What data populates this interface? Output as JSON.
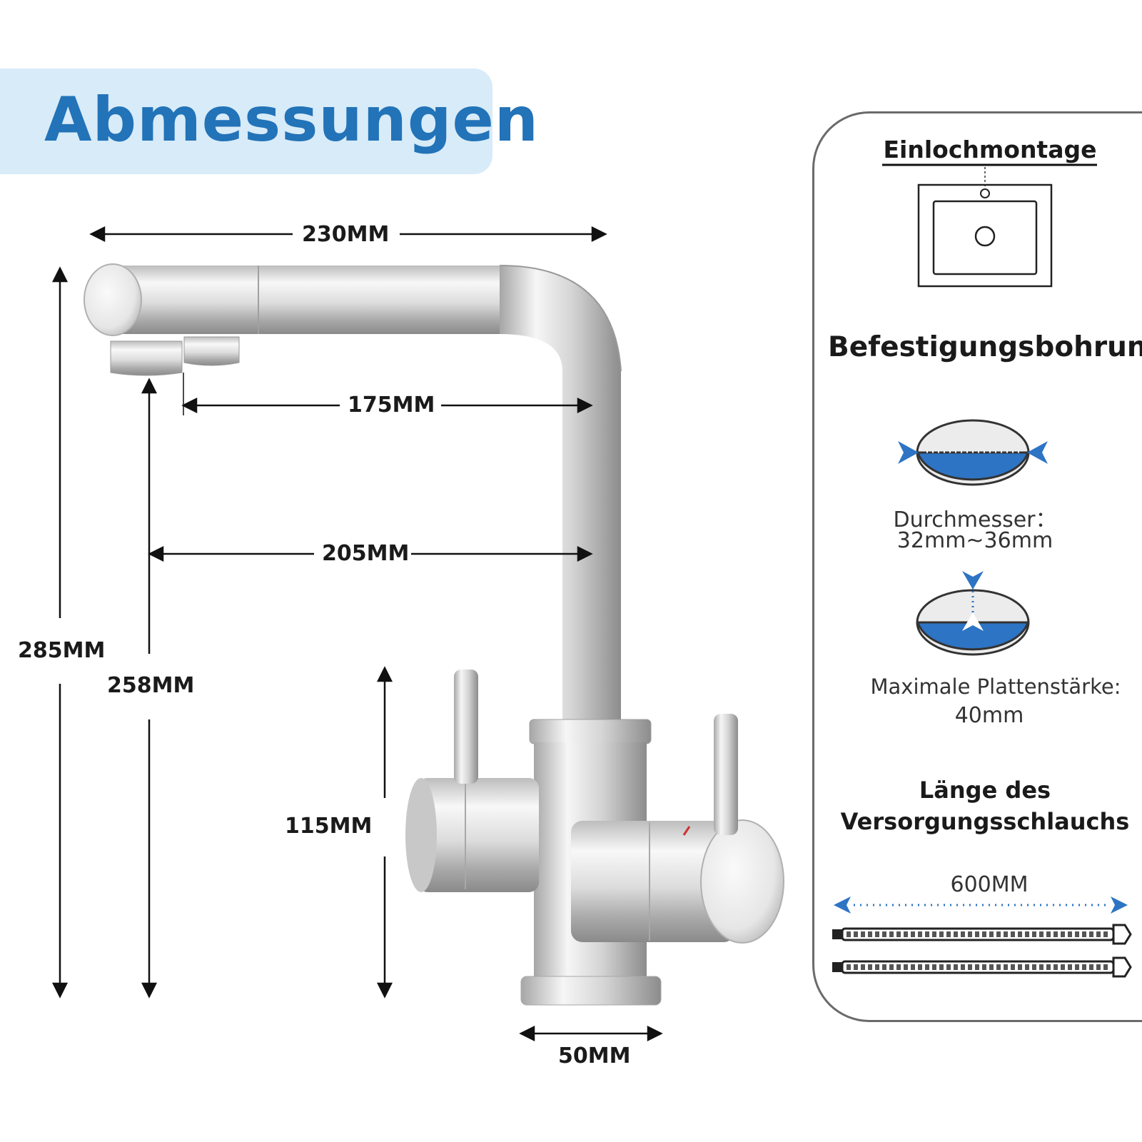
{
  "title": "Abmessungen",
  "dimensions": {
    "width_total": "230MM",
    "spout_reach": "175MM",
    "reach_body": "205MM",
    "height_total": "285MM",
    "height_outlet": "258MM",
    "handle_height": "115MM",
    "base_diameter": "50MM"
  },
  "panel": {
    "mount_heading": "Einlochmontage",
    "hole_heading": "Befestigungsbohrung",
    "diameter_label": "Durchmesser：",
    "diameter_value": "32mm~36mm",
    "thickness_label": "Maximale Plattenstärke:",
    "thickness_value": "40mm",
    "hose_heading_1": "Länge des",
    "hose_heading_2": "Versorgungsschlauchs",
    "hose_length": "600MM"
  },
  "colors": {
    "accent": "#2273b8",
    "banner": "#d8ebf8",
    "chrome_light": "#f4f4f4",
    "chrome_dark": "#8a8a8a",
    "blue_fill": "#2d74c4"
  },
  "icons": [
    "sink-top-view-icon",
    "hole-diameter-icon",
    "plate-thickness-icon",
    "supply-hose-icon"
  ]
}
